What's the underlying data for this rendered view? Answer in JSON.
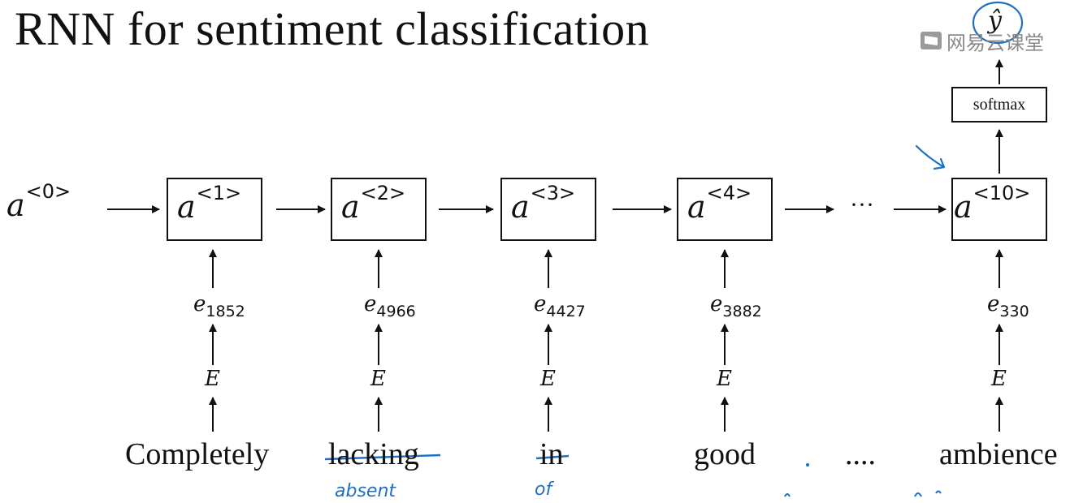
{
  "title": "RNN for sentiment classification",
  "watermark": "网易云课堂",
  "initial_activation": {
    "base": "a",
    "sup": "<0>"
  },
  "cells": [
    {
      "base": "a",
      "sup": "<1>"
    },
    {
      "base": "a",
      "sup": "<2>"
    },
    {
      "base": "a",
      "sup": "<3>"
    },
    {
      "base": "a",
      "sup": "<4>"
    },
    {
      "base": "a",
      "sup": "<10>"
    }
  ],
  "embeddings": [
    {
      "base": "e",
      "sub": "1852"
    },
    {
      "base": "e",
      "sub": "4966"
    },
    {
      "base": "e",
      "sub": "4427"
    },
    {
      "base": "e",
      "sub": "3882"
    },
    {
      "base": "e",
      "sub": "330"
    }
  ],
  "embedding_matrix": "E",
  "words": [
    "Completely",
    "lacking",
    "in",
    "good",
    "....",
    "ambience"
  ],
  "middle_ellipsis": "···",
  "softmax": "softmax",
  "output": "ŷ",
  "colors": {
    "ink": "#111111",
    "handwriting": "#1f6fc2",
    "watermark": "#8a8a8a"
  },
  "handwritten_notes": [
    "absent",
    "of"
  ]
}
